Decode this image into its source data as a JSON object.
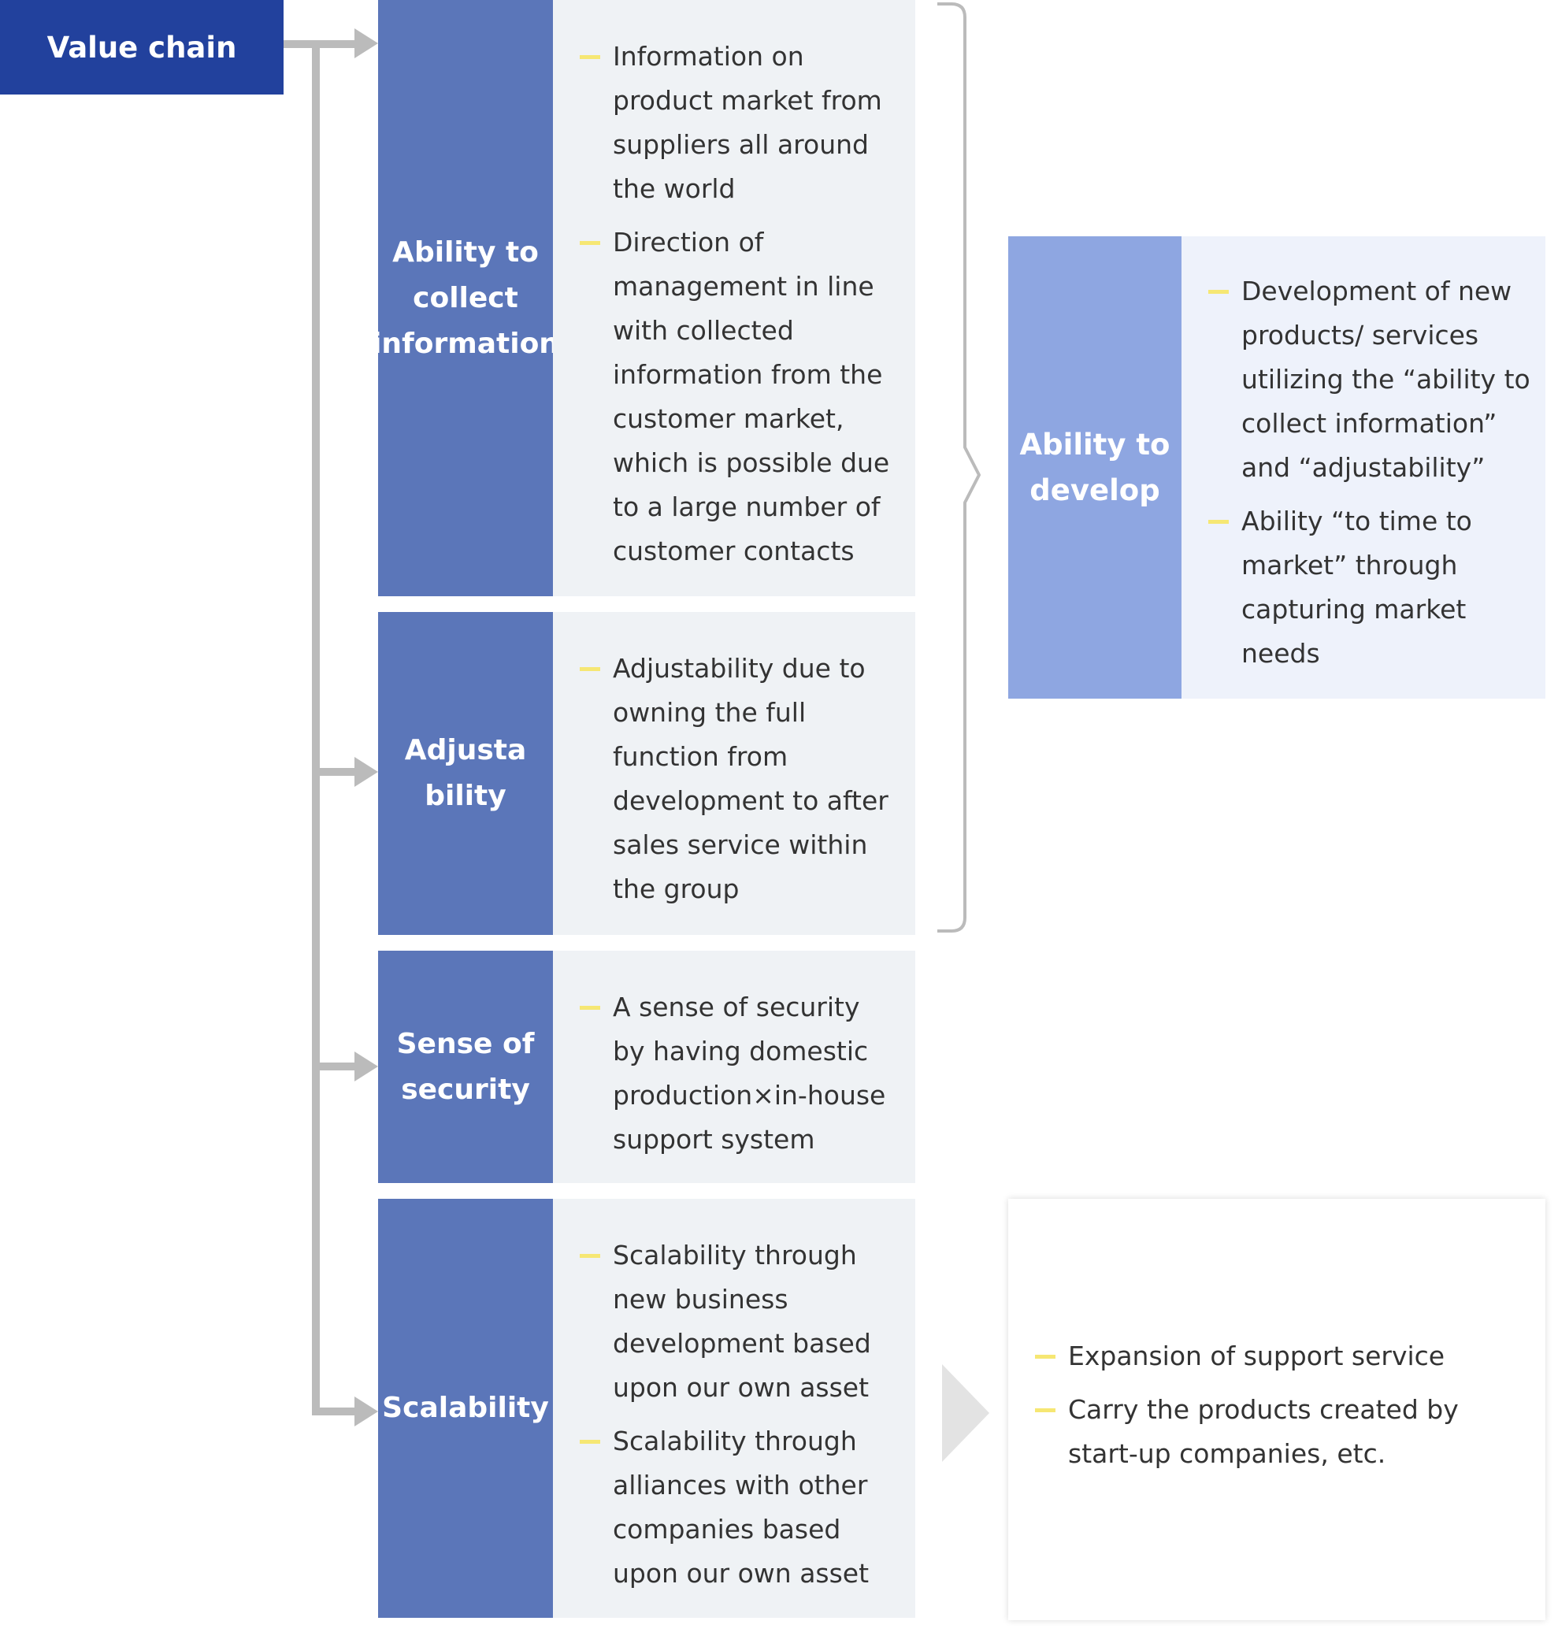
{
  "header": {
    "title": "Value chain"
  },
  "categories": [
    {
      "label": "Ability to collect information",
      "bullets": [
        "Information on product market from suppliers all around the world",
        "Direction of management in line with collected information from the customer market, which is possible due to a large number of customer contacts"
      ]
    },
    {
      "label": "Adjusta bility",
      "bullets": [
        "Adjustability due to owning the full function from development to after sales service within the group"
      ]
    },
    {
      "label": "Sense of security",
      "bullets": [
        "A sense of security by having domestic production×in-house support system"
      ]
    },
    {
      "label": "Scalability",
      "bullets": [
        "Scalability through new business development based upon our own asset",
        "Scalability through alliances with other companies based upon our own asset"
      ]
    }
  ],
  "develop": {
    "label": "Ability to develop",
    "bullets": [
      "Development of new products/ services utilizing the “ability to collect information” and “adjustability”",
      "Ability “to time to market” through capturing market needs"
    ]
  },
  "expansion": {
    "bullets": [
      "Expansion of support service",
      "Carry the products created by start-up companies, etc."
    ]
  },
  "colors": {
    "header": "#22419d",
    "category": "#5b76b9",
    "develop": "#8ea6e1",
    "bullet_mark": "#f6e773"
  }
}
